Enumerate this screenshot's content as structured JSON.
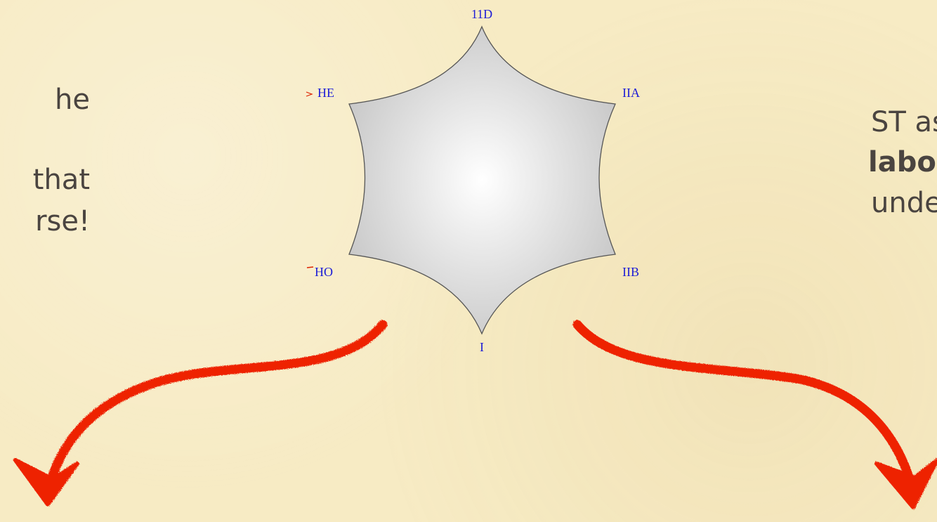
{
  "left_column": {
    "line1": "he",
    "line2": "that",
    "line3": "rse!"
  },
  "right_column": {
    "line1": "ST as",
    "line2": "labora",
    "line3": "underst"
  },
  "moduli_diagram": {
    "vertices": {
      "top": "11D",
      "upper_left": "HE",
      "upper_right": "IIA",
      "lower_left": "HO",
      "lower_right": "IIB",
      "bottom": "I"
    },
    "fill_color": "#d8d8d8",
    "label_color": "#1d1dd6"
  },
  "arrows": {
    "color": "#ee2200",
    "left": "arrow-down-left",
    "right": "arrow-down-right"
  }
}
